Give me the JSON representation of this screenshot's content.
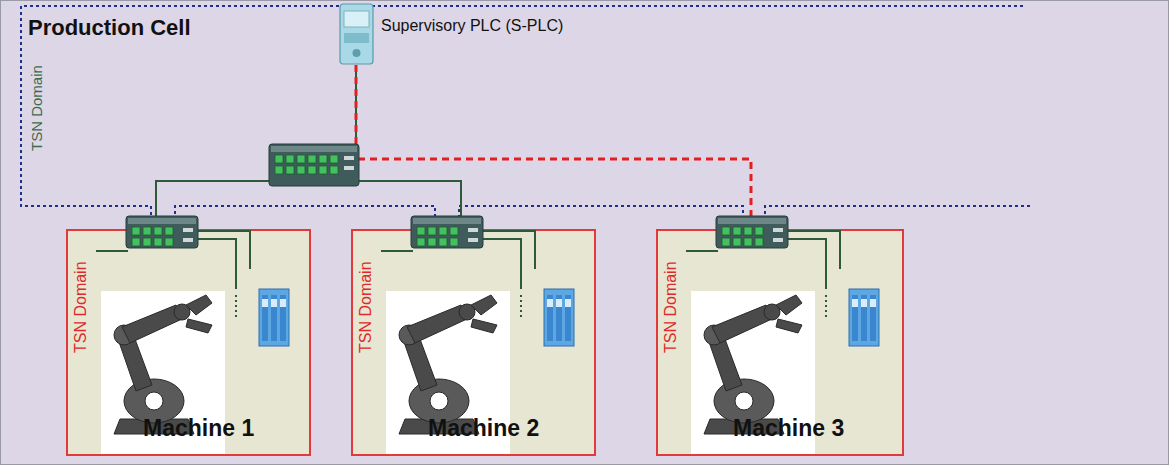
{
  "diagram": {
    "nodes": [
      {
        "text": [
          "Production Cell"
        ]
      },
      {
        "text": [
          "Supervisory PLC (S-PLC)"
        ],
        "in": 0
      },
      {
        "text": [
          "TSN Domain",
          "Machine 1"
        ],
        "in": 0
      },
      {
        "text": [
          "TSN Domain",
          "Machine 2"
        ],
        "in": 0
      },
      {
        "text": [
          "TSN Domain",
          "Machine 3"
        ],
        "in": 0
      }
    ],
    "edges": [
      {
        "from": 1,
        "to": 2,
        "arrow": "none"
      },
      {
        "from": 1,
        "to": 3,
        "arrow": "none"
      },
      {
        "from": 1,
        "to": 4,
        "arrow": "none"
      }
    ],
    "labels": [
      "TSN Domain"
    ]
  }
}
